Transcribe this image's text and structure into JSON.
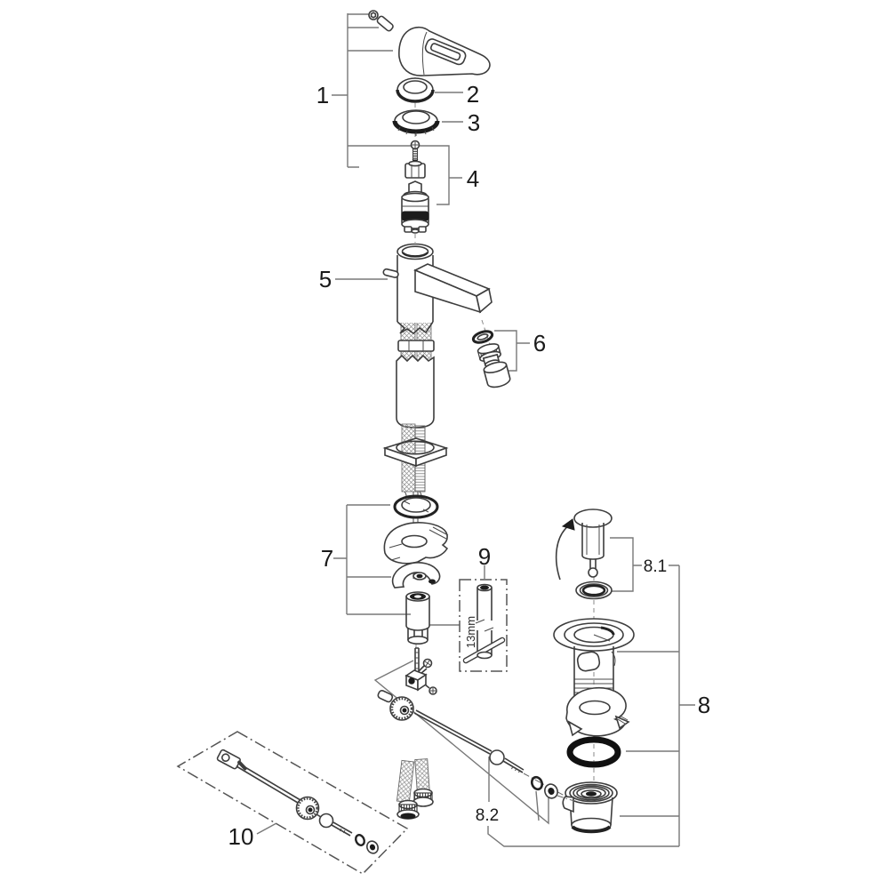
{
  "figure": {
    "background_color": "#ffffff",
    "line_color": "#3d3d3d",
    "leader_color": "#787878",
    "label_color": "#1a1a1a",
    "callouts": [
      {
        "id": "1",
        "text": "1"
      },
      {
        "id": "2",
        "text": "2"
      },
      {
        "id": "3",
        "text": "3"
      },
      {
        "id": "4",
        "text": "4"
      },
      {
        "id": "5",
        "text": "5"
      },
      {
        "id": "6",
        "text": "6"
      },
      {
        "id": "7",
        "text": "7"
      },
      {
        "id": "8",
        "text": "8"
      },
      {
        "id": "8.1",
        "text": "8.1"
      },
      {
        "id": "8.2",
        "text": "8.2"
      },
      {
        "id": "9",
        "text": "9"
      },
      {
        "id": "10",
        "text": "10"
      }
    ],
    "annotations": [
      {
        "id": "wrench-size",
        "text": "13mm"
      }
    ]
  }
}
